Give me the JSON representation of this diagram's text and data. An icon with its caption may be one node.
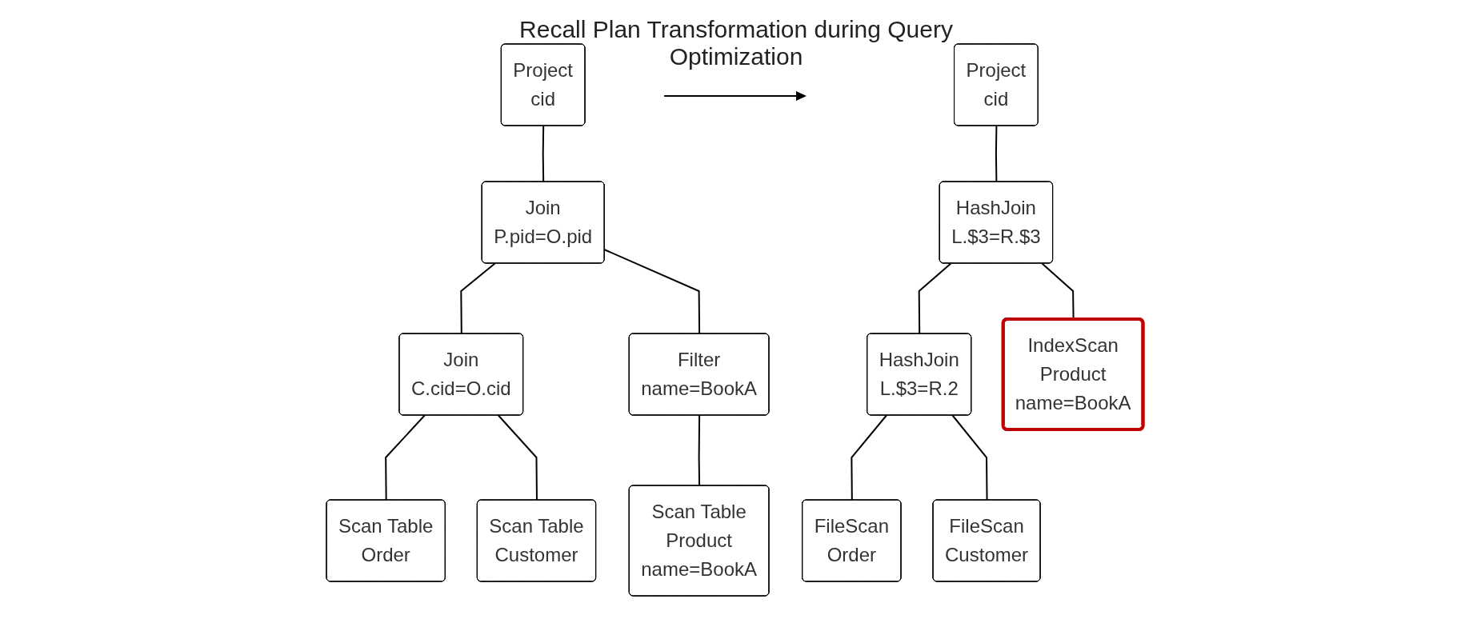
{
  "diagram": {
    "nodes": [
      {
        "text": [
          "Project",
          "cid"
        ]
      },
      {
        "text": [
          "Join",
          "P.pid=O.pid"
        ]
      },
      {
        "text": [
          "Join",
          "C.cid=O.cid"
        ]
      },
      {
        "text": [
          "Filter",
          "name=BookA"
        ]
      },
      {
        "text": [
          "Scan Table",
          "Order"
        ]
      },
      {
        "text": [
          "Scan Table",
          "Customer"
        ]
      },
      {
        "text": [
          "Scan Table",
          "Product",
          "name=BookA"
        ]
      },
      {
        "text": [
          "Project",
          "cid"
        ]
      },
      {
        "text": [
          "HashJoin",
          "L.$3=R.$3"
        ]
      },
      {
        "text": [
          "HashJoin",
          "L.$3=R.2"
        ]
      },
      {
        "text": [
          "FileScan",
          "Order"
        ]
      },
      {
        "text": [
          "FileScan",
          "Customer"
        ]
      },
      {
        "text": [
          "IndexScan",
          "Product",
          "name=BookA"
        ]
      }
    ],
    "edges": [
      {
        "from": 0,
        "to": 1,
        "arrow": "none"
      },
      {
        "from": 1,
        "to": 2,
        "arrow": "none"
      },
      {
        "from": 1,
        "to": 3,
        "arrow": "none"
      },
      {
        "from": 2,
        "to": 4,
        "arrow": "none"
      },
      {
        "from": 2,
        "to": 5,
        "arrow": "none"
      },
      {
        "from": 3,
        "to": 6,
        "arrow": "none"
      },
      {
        "from": 7,
        "to": 8,
        "arrow": "none"
      },
      {
        "from": 8,
        "to": 9,
        "arrow": "none"
      },
      {
        "from": 8,
        "to": 12,
        "arrow": "none"
      },
      {
        "from": 9,
        "to": 10,
        "arrow": "none"
      },
      {
        "from": 9,
        "to": 11,
        "arrow": "none"
      }
    ],
    "labels": [
      "Recall Plan Transformation during Query Optimization"
    ]
  }
}
